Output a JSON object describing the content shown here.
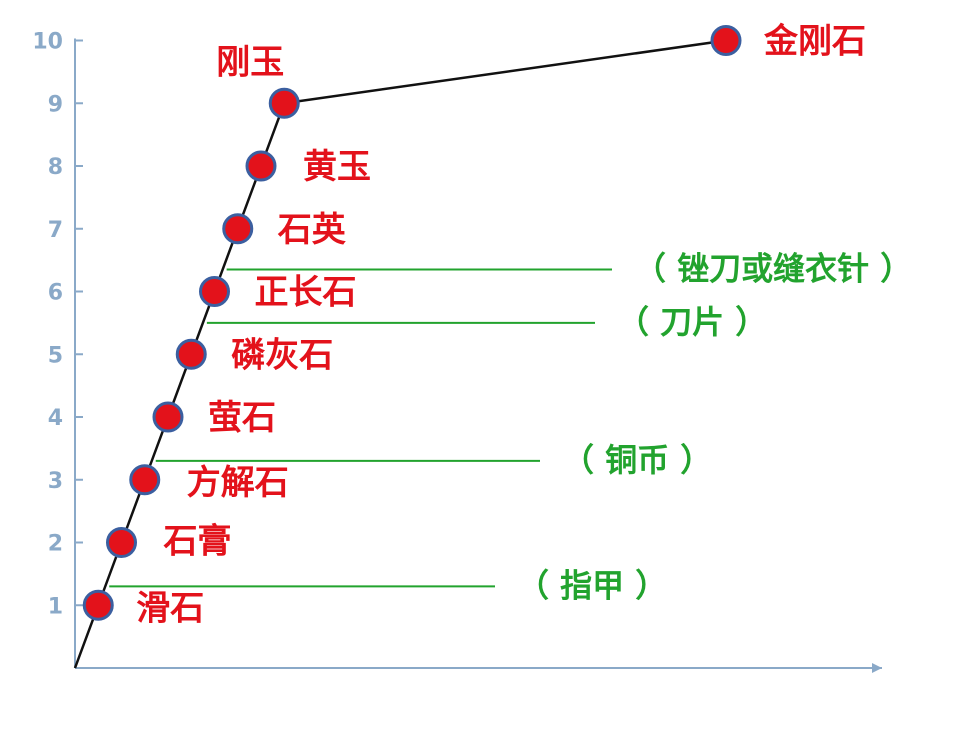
{
  "chart_data": {
    "type": "line",
    "title": "",
    "xlabel": "",
    "ylabel": "",
    "ylim": [
      0,
      10
    ],
    "yticks": [
      1,
      2,
      3,
      4,
      5,
      6,
      7,
      8,
      9,
      10
    ],
    "grid": false,
    "legend": "none",
    "colors": {
      "line": "#111111",
      "marker_fill": "#e3121b",
      "marker_edge": "#3b5fa0",
      "axis": "#8aa9c8",
      "mineral_text": "#e3121b",
      "reference_text": "#22a32e",
      "reference_line": "#22a32e"
    },
    "points": [
      {
        "label": "滑石",
        "y": 1,
        "x": 0.25
      },
      {
        "label": "石膏",
        "y": 2,
        "x": 0.5
      },
      {
        "label": "方解石",
        "y": 3,
        "x": 0.75
      },
      {
        "label": "萤石",
        "y": 4,
        "x": 1.0
      },
      {
        "label": "磷灰石",
        "y": 5,
        "x": 1.25
      },
      {
        "label": "正长石",
        "y": 6,
        "x": 1.5
      },
      {
        "label": "石英",
        "y": 7,
        "x": 1.75
      },
      {
        "label": "黄玉",
        "y": 8,
        "x": 2.0
      },
      {
        "label": "刚玉",
        "y": 9,
        "x": 2.25
      },
      {
        "label": "金刚石",
        "y": 10,
        "x": 7.0
      }
    ],
    "references": [
      {
        "label": "（ 指甲 ）",
        "y": 1.3
      },
      {
        "label": "（ 铜币 ）",
        "y": 3.3
      },
      {
        "label": "（ 刀片 ）",
        "y": 5.5
      },
      {
        "label": "（ 锉刀或缝衣针 ）",
        "y": 6.35
      }
    ]
  }
}
